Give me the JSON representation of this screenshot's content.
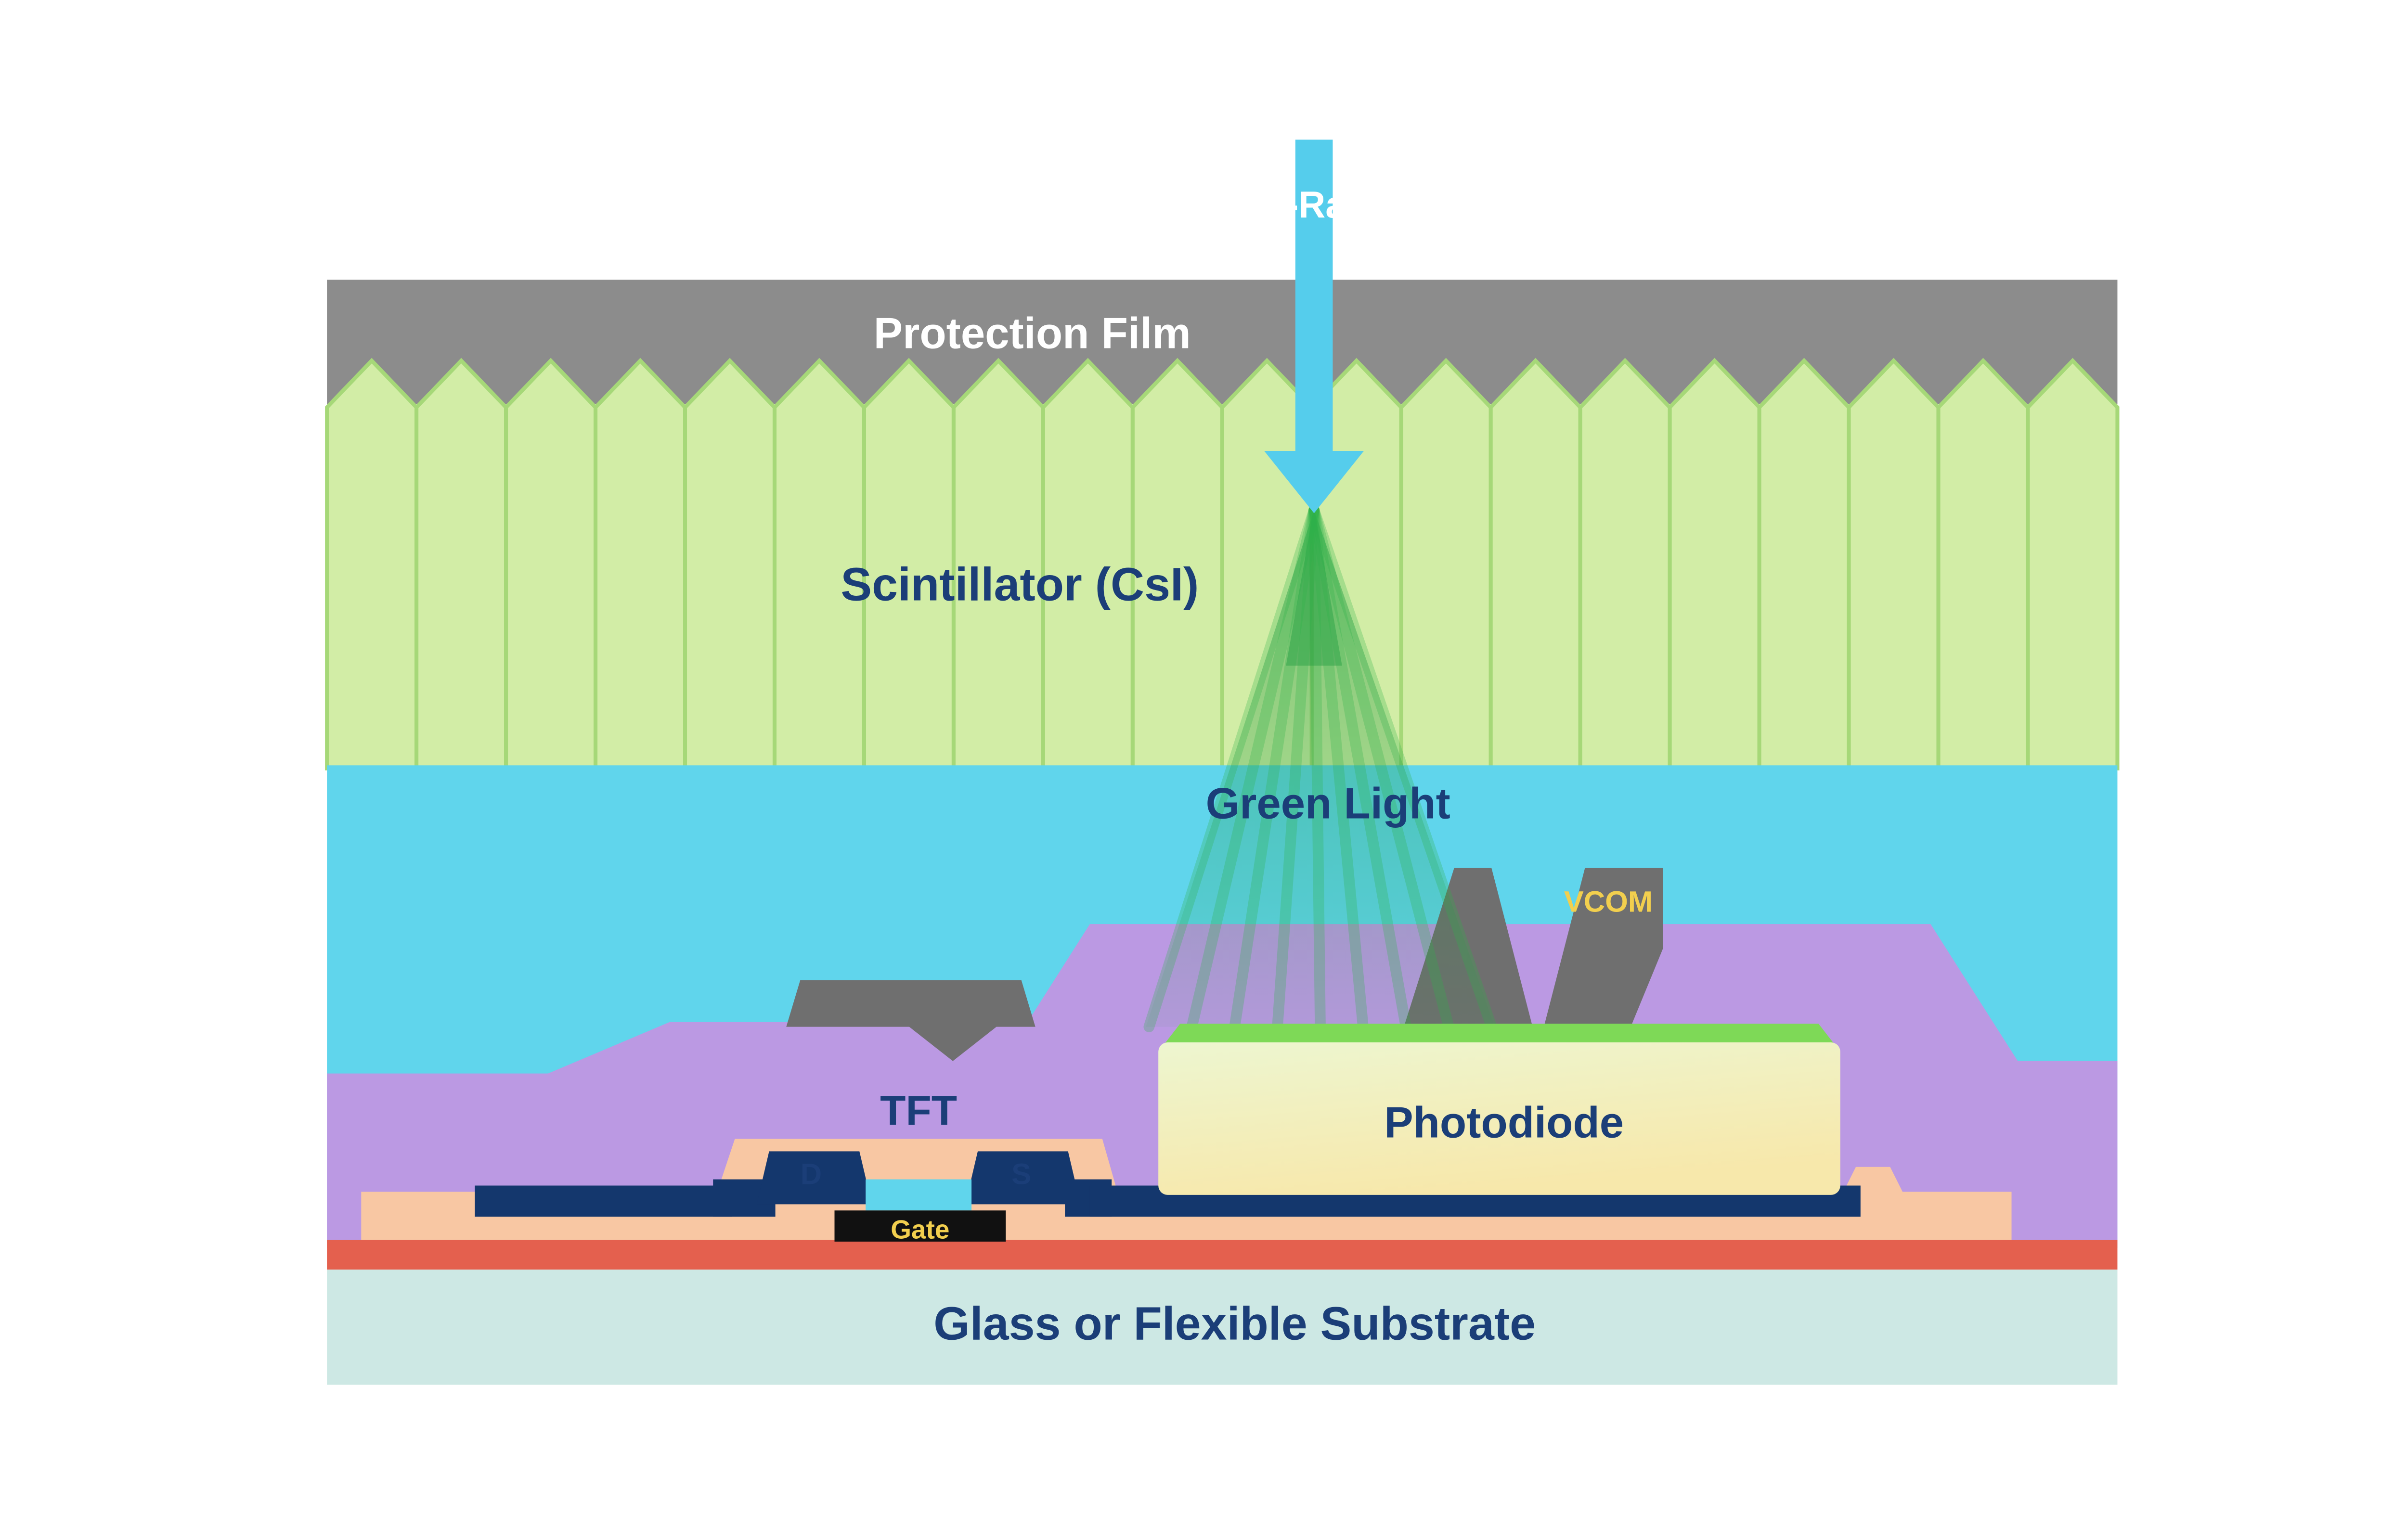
{
  "diagram": {
    "labels": {
      "xray": "X-Ray",
      "protection_film": "Protection Film",
      "scintillator": "Scintillator (CsI)",
      "green_light": "Green Light",
      "vcom": "VCOM",
      "photodiode": "Photodiode",
      "tft": "TFT",
      "drain": "D",
      "source": "S",
      "gate": "Gate",
      "substrate": "Glass or Flexible Substrate"
    },
    "colors": {
      "protection_film": "#8c8c8c",
      "scintillator": "#d2eda6",
      "scintillator_line": "#a6d878",
      "light_layer": "#60d5ec",
      "planarization_purple": "#bb99e3",
      "electrode_gray": "#6f6f6f",
      "photodiode_top_green": "#7ed957",
      "metal_blue": "#14376d",
      "passivation_salmon": "#f8c7a3",
      "gate_line_red": "#e4604e",
      "gate_black": "#111111",
      "substrate_teal": "#cde8e4",
      "xray_arrow_cyan": "#55cdec",
      "green_ray": "#2eb34a",
      "text_navy": "#1b3e78",
      "text_yellow": "#f2cf4e",
      "text_white": "#ffffff"
    },
    "geometry": {
      "scintillator_column_count": 20,
      "green_ray_count": 9
    }
  }
}
